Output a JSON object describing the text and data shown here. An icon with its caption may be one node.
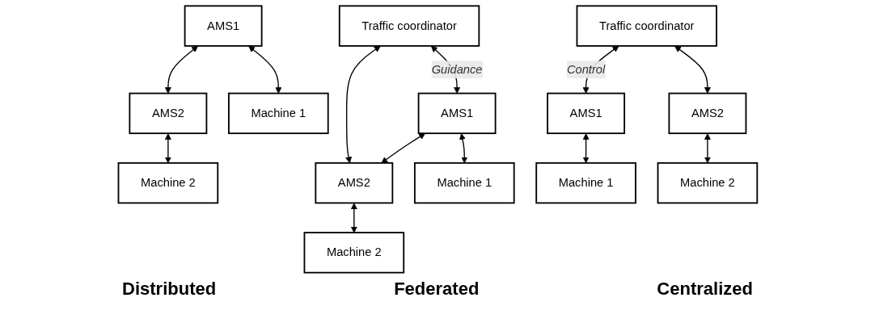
{
  "diagram": {
    "nodes": [
      {
        "text": [
          "AMS1"
        ]
      },
      {
        "text": [
          "AMS2"
        ]
      },
      {
        "text": [
          "Machine 1"
        ]
      },
      {
        "text": [
          "Machine 2"
        ]
      },
      {
        "text": [
          "Traffic coordinator"
        ]
      },
      {
        "text": [
          "AMS1"
        ]
      },
      {
        "text": [
          "AMS2"
        ]
      },
      {
        "text": [
          "Machine 1"
        ]
      },
      {
        "text": [
          "Machine 2"
        ]
      },
      {
        "text": [
          "Traffic coordinator"
        ]
      },
      {
        "text": [
          "AMS1"
        ]
      },
      {
        "text": [
          "AMS2"
        ]
      },
      {
        "text": [
          "Machine 1"
        ]
      },
      {
        "text": [
          "Machine 2"
        ]
      }
    ],
    "edges": [
      {
        "from": 0,
        "to": 1,
        "arrow": "both"
      },
      {
        "from": 0,
        "to": 2,
        "arrow": "both"
      },
      {
        "from": 1,
        "to": 3,
        "arrow": "both"
      },
      {
        "from": 4,
        "to": 5,
        "arrow": "both",
        "label": "Guidance"
      },
      {
        "from": 4,
        "to": 6,
        "arrow": "both"
      },
      {
        "from": 5,
        "to": 6,
        "arrow": "both"
      },
      {
        "from": 5,
        "to": 7,
        "arrow": "both"
      },
      {
        "from": 6,
        "to": 8,
        "arrow": "both"
      },
      {
        "from": 9,
        "to": 10,
        "arrow": "both",
        "label": "Control"
      },
      {
        "from": 9,
        "to": 11,
        "arrow": "both"
      },
      {
        "from": 10,
        "to": 12,
        "arrow": "both"
      },
      {
        "from": 11,
        "to": 13,
        "arrow": "both"
      }
    ],
    "labels": [
      "Distributed",
      "Federated",
      "Centralized"
    ]
  }
}
